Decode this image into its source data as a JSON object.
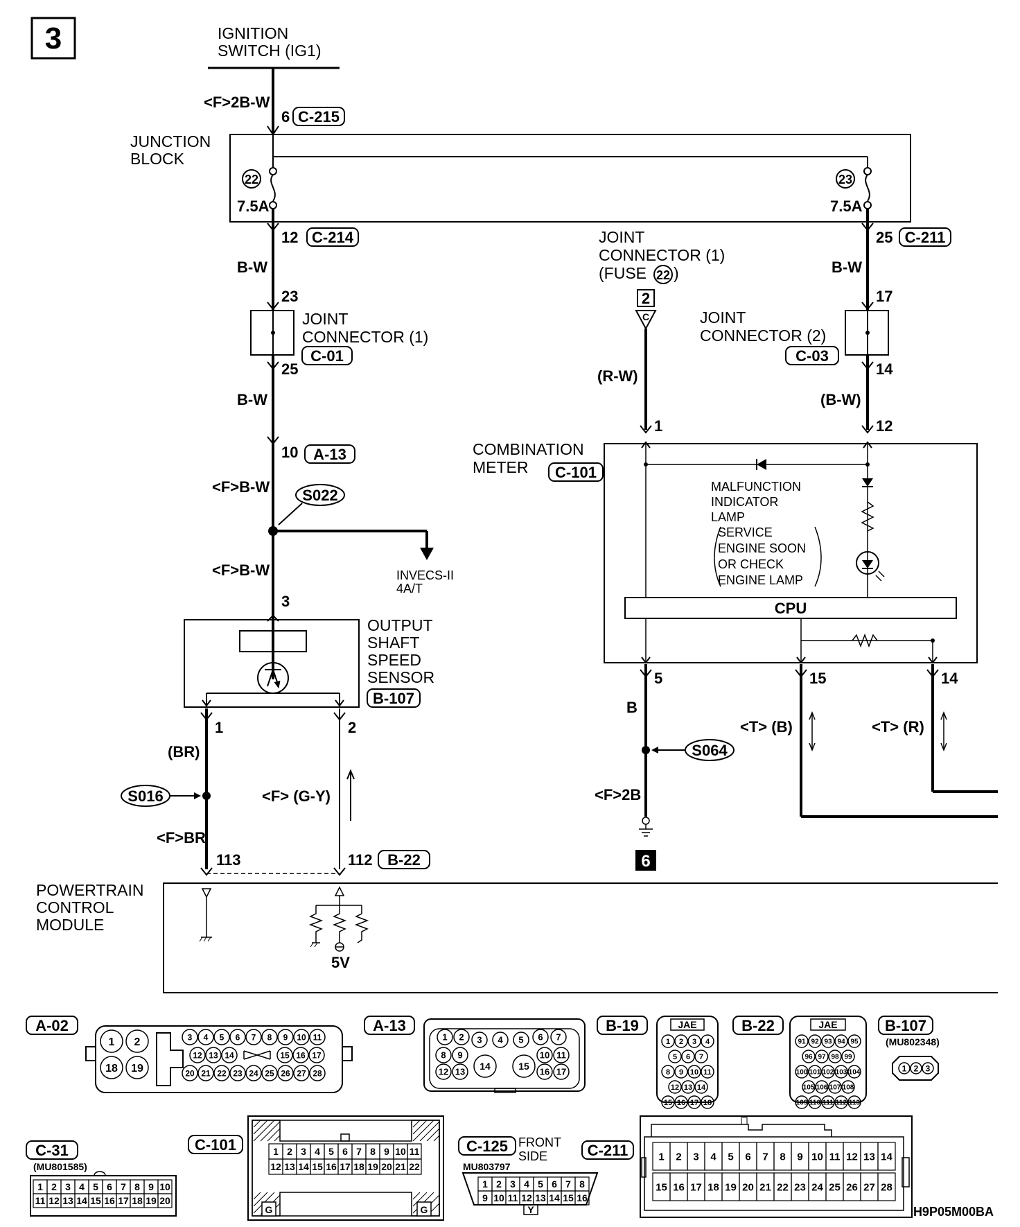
{
  "page": {
    "number": "3",
    "figure_code": "H9P05M00BA"
  },
  "sources": {
    "ignition_line1": "IGNITION",
    "ignition_line2": "SWITCH (IG1)"
  },
  "junction_block": {
    "line1": "JUNCTION",
    "line2": "BLOCK",
    "fuse_left_no": "22",
    "fuse_right_no": "23",
    "fuse_left_rating": "7.5A",
    "fuse_right_rating": "7.5A"
  },
  "joint_connectors": {
    "jc1_line1": "JOINT",
    "jc1_line2": "CONNECTOR (1)",
    "jc1_id": "C-01",
    "jc1_pin_in": "23",
    "jc1_pin_out": "25",
    "jc2_line1": "JOINT",
    "jc2_line2": "CONNECTOR (2)",
    "jc2_id": "C-03",
    "jc2_pin_in": "17",
    "jc2_pin_out": "14",
    "jcf_line1": "JOINT",
    "jcf_line2": "CONNECTOR (1)",
    "jcf_line3": "(FUSE ",
    "jcf_fuse": "22",
    "jcf_close": ")",
    "jcf_ref": "2",
    "jcf_letter": "C"
  },
  "wires": {
    "w_ign": "<F>2B-W",
    "w_left1": "B-W",
    "w_left2": "B-W",
    "w_left3": "<F>B-W",
    "w_left4": "<F>B-W",
    "w_rw": "(R-W)",
    "w_right_bw1": "B-W",
    "w_right_bw2": "(B-W)",
    "w_b": "B",
    "w_2b": "<F>2B",
    "w_tb": "<T> (B)",
    "w_tr": "<T> (R)",
    "w_br": "(BR)",
    "w_fbr": "<F>BR",
    "w_gy": "<F> (G-Y)"
  },
  "pins": {
    "ign_pin": "6",
    "ign_conn": "C-215",
    "jb_out_left_pin": "12",
    "jb_out_left_conn": "C-214",
    "jb_out_right_pin": "25",
    "jb_out_right_conn": "C-211",
    "a13_pin": "10",
    "a13_conn": "A-13",
    "sensor_in_pin": "3",
    "sensor_out1": "1",
    "sensor_out2": "2",
    "pcm_pin1": "113",
    "pcm_pin2": "112",
    "pcm_conn": "B-22",
    "meter_in1": "1",
    "meter_in2": "12",
    "meter_out1": "5",
    "meter_out2": "15",
    "meter_out3": "14"
  },
  "splices": {
    "s022": "S022",
    "s016": "S016",
    "s064": "S064"
  },
  "components": {
    "invecs_line1": "INVECS-II",
    "invecs_line2": "4A/T",
    "sensor_line1": "OUTPUT",
    "sensor_line2": "SHAFT",
    "sensor_line3": "SPEED",
    "sensor_line4": "SENSOR",
    "sensor_conn": "B-107",
    "meter_line1": "COMBINATION",
    "meter_line2": "METER",
    "meter_conn": "C-101",
    "mil_line1": "MALFUNCTION",
    "mil_line2": "INDICATOR",
    "mil_line3": "LAMP",
    "mil_line4": "SERVICE",
    "mil_line5": "ENGINE SOON",
    "mil_line6": "OR CHECK",
    "mil_line7": "ENGINE LAMP",
    "cpu": "CPU",
    "pcm_line1": "POWERTRAIN",
    "pcm_line2": "CONTROL",
    "pcm_line3": "MODULE",
    "ref_5v": "5V",
    "ground_ref": "6"
  },
  "connectors": {
    "a02_id": "A-02",
    "a13_id": "A-13",
    "b19_id": "B-19",
    "b19_mfr": "JAE",
    "b22_id": "B-22",
    "b22_mfr": "JAE",
    "b107_id": "B-107",
    "b107_part": "(MU802348)",
    "c31_id": "C-31",
    "c31_part": "(MU801585)",
    "c101_id": "C-101",
    "c101_g": "G",
    "c125_id": "C-125",
    "c125_side1": "FRONT",
    "c125_side2": "SIDE",
    "c125_part": "MU803797",
    "c125_y": "Y",
    "c211_id": "C-211",
    "a02_pins": [
      "1",
      "2",
      "18",
      "19",
      "3",
      "4",
      "5",
      "6",
      "7",
      "8",
      "9",
      "10",
      "11",
      "12",
      "13",
      "14",
      "15",
      "16",
      "17",
      "20",
      "21",
      "22",
      "23",
      "24",
      "25",
      "26",
      "27",
      "28"
    ],
    "a13_pins": [
      "1",
      "2",
      "3",
      "4",
      "5",
      "6",
      "7",
      "8",
      "9",
      "10",
      "11",
      "12",
      "13",
      "14",
      "15",
      "16",
      "17"
    ],
    "b19_pins": [
      "1",
      "2",
      "3",
      "4",
      "5",
      "6",
      "7",
      "8",
      "9",
      "10",
      "11",
      "12",
      "13",
      "14",
      "15",
      "16",
      "17",
      "18"
    ],
    "b22_pins": [
      "91",
      "92",
      "93",
      "94",
      "95",
      "96",
      "97",
      "98",
      "99",
      "100",
      "101",
      "102",
      "103",
      "104",
      "105",
      "106",
      "107",
      "108",
      "109",
      "110",
      "111",
      "112",
      "113"
    ],
    "b107_pins": [
      "1",
      "2",
      "3"
    ],
    "c31_pins": [
      "1",
      "2",
      "3",
      "4",
      "5",
      "6",
      "7",
      "8",
      "9",
      "10",
      "11",
      "12",
      "13",
      "14",
      "15",
      "16",
      "17",
      "18",
      "19",
      "20"
    ],
    "c101_pins": [
      "1",
      "2",
      "3",
      "4",
      "5",
      "6",
      "7",
      "8",
      "9",
      "10",
      "11",
      "12",
      "13",
      "14",
      "15",
      "16",
      "17",
      "18",
      "19",
      "20",
      "21",
      "22"
    ],
    "c125_pins": [
      "1",
      "2",
      "3",
      "4",
      "5",
      "6",
      "7",
      "8",
      "9",
      "10",
      "11",
      "12",
      "13",
      "14",
      "15",
      "16"
    ],
    "c211_pins": [
      "1",
      "2",
      "3",
      "4",
      "5",
      "6",
      "7",
      "8",
      "9",
      "10",
      "11",
      "12",
      "13",
      "14",
      "15",
      "16",
      "17",
      "18",
      "19",
      "20",
      "21",
      "22",
      "23",
      "24",
      "25",
      "26",
      "27",
      "28"
    ]
  }
}
